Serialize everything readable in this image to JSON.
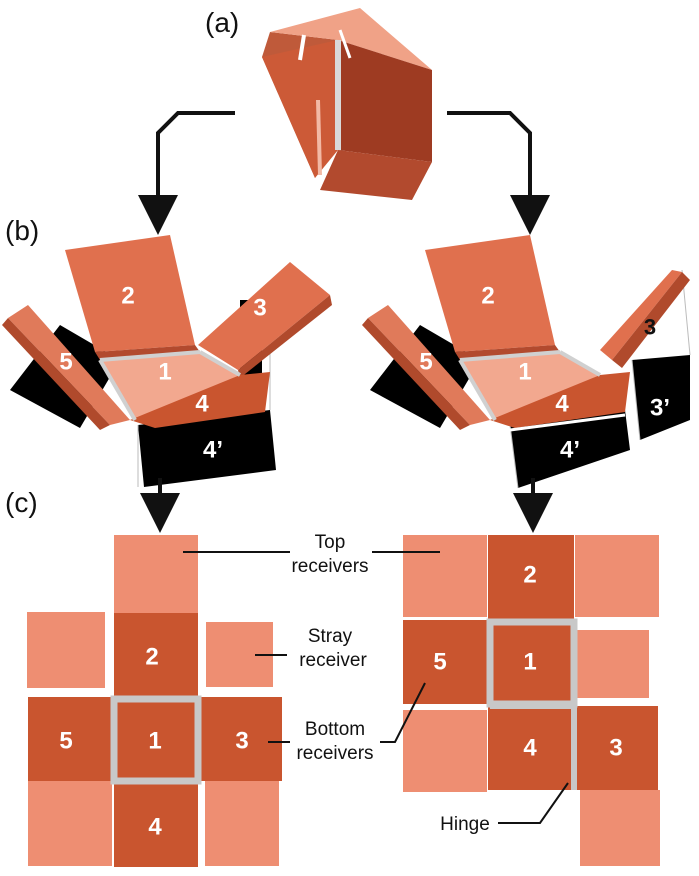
{
  "labels": {
    "a": "(a)",
    "b": "(b)",
    "c": "(c)"
  },
  "panel_numbers": {
    "n1": "1",
    "n2": "2",
    "n3": "3",
    "n4": "4",
    "n5": "5",
    "n3p": "3’",
    "n4p": "4’"
  },
  "callouts": {
    "top_line1": "Top",
    "top_line2": "receivers",
    "stray_line1": "Stray",
    "stray_line2": "receiver",
    "bottom_line1": "Bottom",
    "bottom_line2": "receivers",
    "hinge": "Hinge"
  },
  "colors": {
    "dark_panel": "#c9552f",
    "light_receiver": "#ee8e72",
    "hinge_gray": "#c8c8c8",
    "shadow": "#000000"
  }
}
